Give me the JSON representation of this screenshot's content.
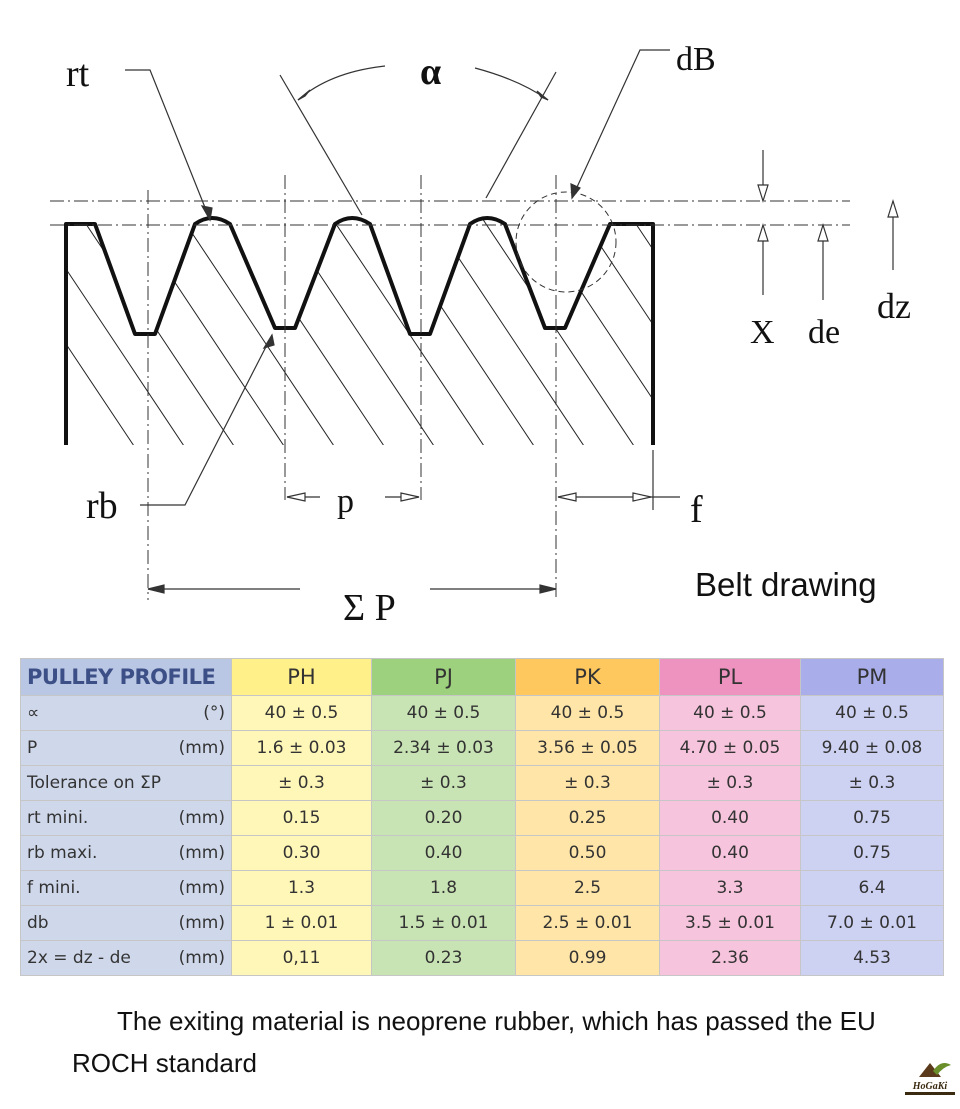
{
  "drawing": {
    "labels": {
      "rt": "rt",
      "alpha": "α",
      "dB": "dB",
      "X": "X",
      "de": "de",
      "dz": "dz",
      "rb": "rb",
      "p": "p",
      "f": "f",
      "sum_p": "Σ P"
    },
    "caption": "Belt drawing"
  },
  "table": {
    "header": [
      "PULLEY PROFILE",
      "PH",
      "PJ",
      "PK",
      "PL",
      "PM"
    ],
    "rows": [
      {
        "label": "∝",
        "unit": "(°)",
        "values": [
          "40 ± 0.5",
          "40 ± 0.5",
          "40 ± 0.5",
          "40 ± 0.5",
          "40 ± 0.5"
        ]
      },
      {
        "label": "P",
        "unit": "(mm)",
        "values": [
          "1.6 ± 0.03",
          "2.34 ± 0.03",
          "3.56 ± 0.05",
          "4.70 ± 0.05",
          "9.40 ± 0.08"
        ]
      },
      {
        "label": "Tolerance on ΣP",
        "unit": "",
        "values": [
          "± 0.3",
          "± 0.3",
          "± 0.3",
          "± 0.3",
          "± 0.3"
        ]
      },
      {
        "label": "rt mini.",
        "unit": "(mm)",
        "values": [
          "0.15",
          "0.20",
          "0.25",
          "0.40",
          "0.75"
        ]
      },
      {
        "label": "rb maxi.",
        "unit": "(mm)",
        "values": [
          "0.30",
          "0.40",
          "0.50",
          "0.40",
          "0.75"
        ]
      },
      {
        "label": "f mini.",
        "unit": "(mm)",
        "values": [
          "1.3",
          "1.8",
          "2.5",
          "3.3",
          "6.4"
        ]
      },
      {
        "label": "db",
        "unit": "(mm)",
        "values": [
          "1 ± 0.01",
          "1.5 ± 0.01",
          "2.5 ± 0.01",
          "3.5 ± 0.01",
          "7.0 ± 0.01"
        ]
      },
      {
        "label": "2x = dz - de",
        "unit": "(mm)",
        "values": [
          "0,11",
          "0.23",
          "0.99",
          "2.36",
          "4.53"
        ]
      }
    ]
  },
  "note": "The exiting material is neoprene rubber, which has passed the EU ROCH standard",
  "logo": {
    "text": "HoGaKi"
  }
}
